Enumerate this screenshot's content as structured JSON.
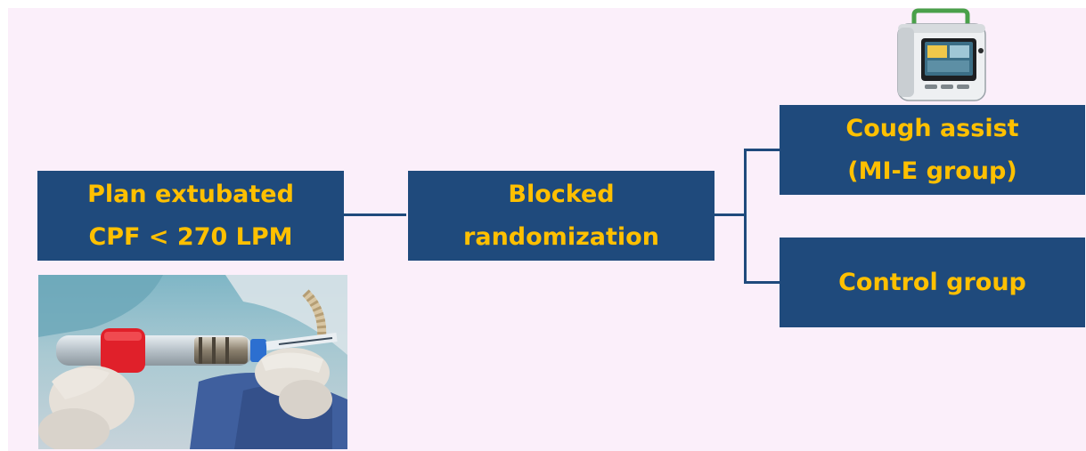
{
  "diagram": {
    "nodes": {
      "plan_extubated": {
        "line1": "Plan extubated",
        "line2": "CPF < 270 LPM"
      },
      "blocked_randomization": {
        "line1": "Blocked",
        "line2": "randomization"
      },
      "cough_assist": {
        "line1": "Cough assist",
        "line2": "(MI-E group)"
      },
      "control_group": {
        "line1": "Control group"
      }
    },
    "edges": [
      {
        "from": "plan_extubated",
        "to": "blocked_randomization"
      },
      {
        "from": "blocked_randomization",
        "to": "cough_assist"
      },
      {
        "from": "blocked_randomization",
        "to": "control_group"
      }
    ]
  },
  "colors": {
    "box_fill": "#1f4a7c",
    "box_text": "#ffc000",
    "background": "#fbeffa",
    "connector": "#1f4a7c"
  },
  "images": {
    "left_photo": "photo of cough assist mouthpiece connected to endotracheal tube, held by gloved hands",
    "device": "cough assist machine icon"
  }
}
